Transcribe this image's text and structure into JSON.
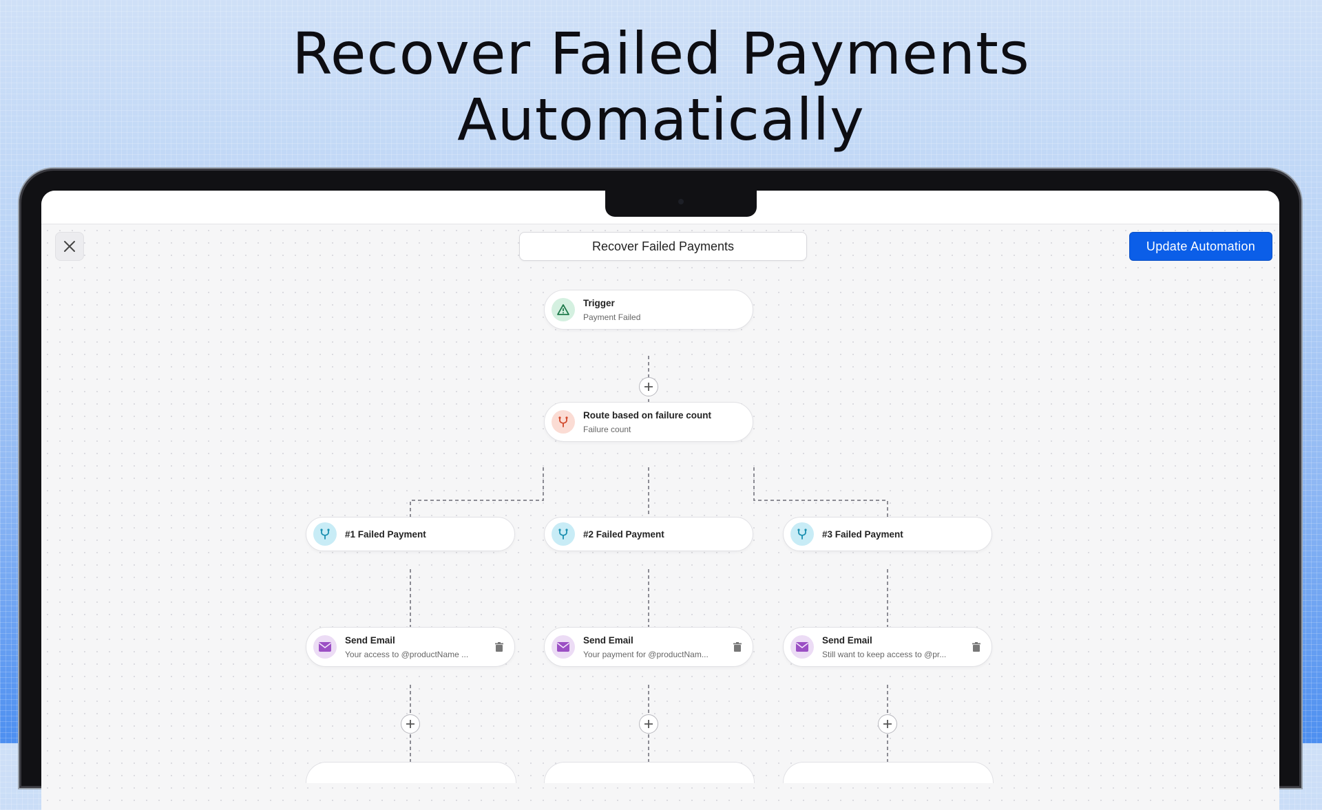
{
  "headline": {
    "line1": "Recover Failed Payments",
    "line2": "Automatically"
  },
  "toolbar": {
    "title": "Recover Failed Payments",
    "update_label": "Update Automation"
  },
  "trigger": {
    "label": "Trigger",
    "sub": "Payment Failed",
    "icon": "warning-triangle-icon"
  },
  "router": {
    "label": "Route based on failure count",
    "sub": "Failure count",
    "icon": "branch-icon"
  },
  "branches": [
    {
      "label": "#1 Failed Payment",
      "icon": "branch-icon"
    },
    {
      "label": "#2 Failed Payment",
      "icon": "branch-icon"
    },
    {
      "label": "#3 Failed Payment",
      "icon": "branch-icon"
    }
  ],
  "emails": [
    {
      "label": "Send Email",
      "sub": "Your access to @productName ...",
      "icon": "mail-icon"
    },
    {
      "label": "Send Email",
      "sub": "Your payment for @productNam...",
      "icon": "mail-icon"
    },
    {
      "label": "Send Email",
      "sub": "Still want to keep access to @pr...",
      "icon": "mail-icon"
    }
  ],
  "colors": {
    "accent": "#0b5ee8",
    "trigger_icon_bg": "#d4f0e0",
    "router_icon_bg": "#fbdcd4",
    "branch_icon_bg": "#c8ecf6",
    "email_icon_bg": "#ecdcf5"
  }
}
